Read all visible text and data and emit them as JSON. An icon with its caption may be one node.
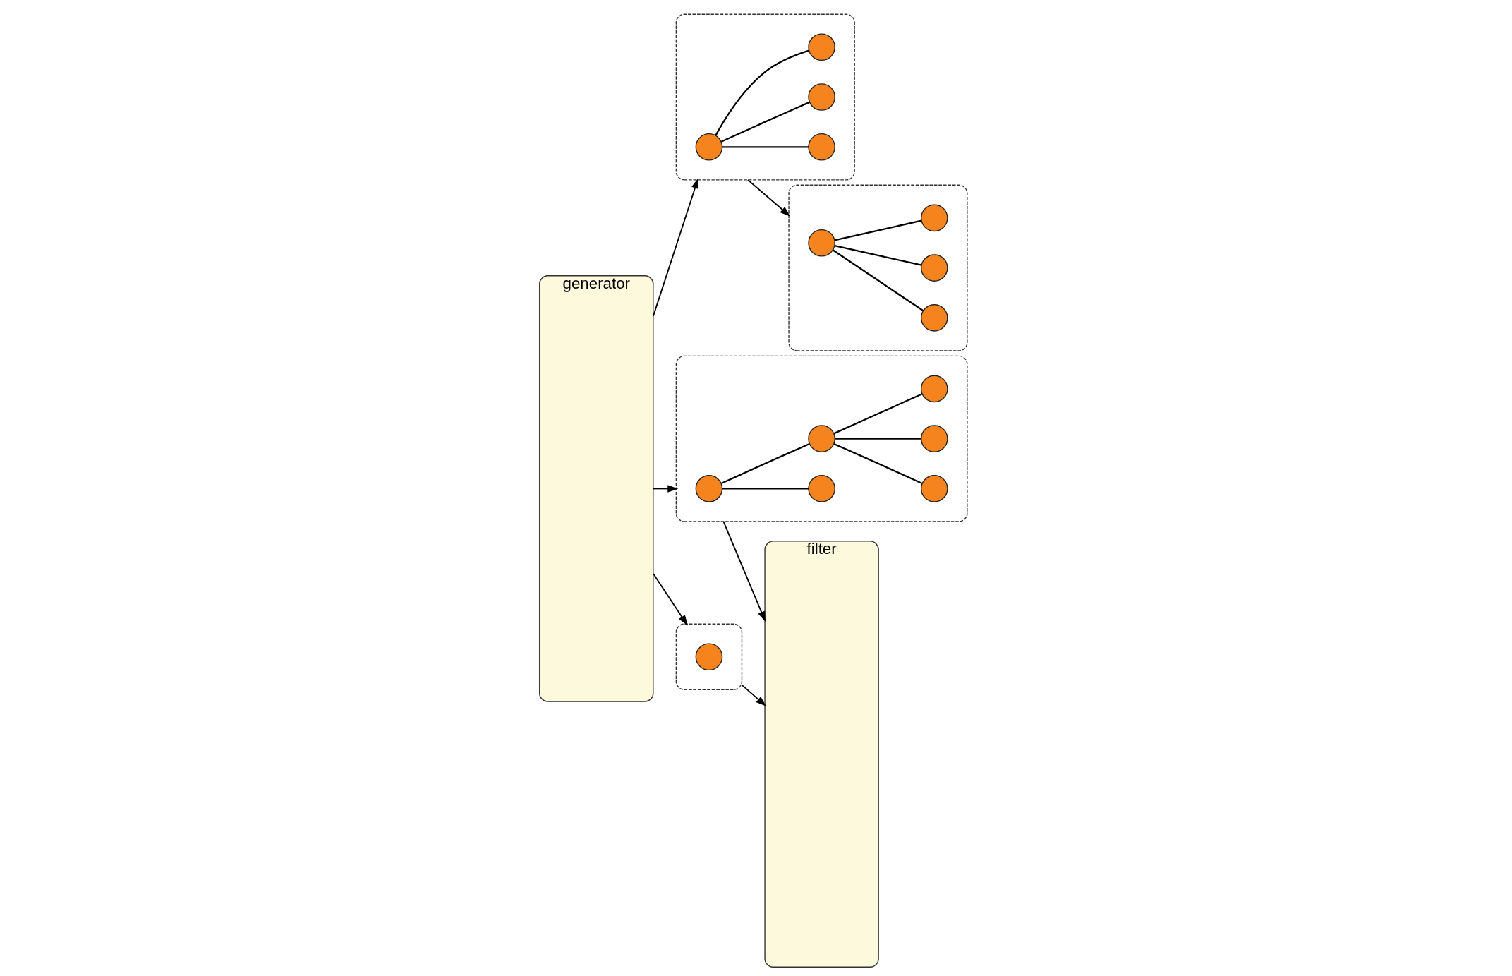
{
  "diagram": {
    "nodes": [
      {
        "text": [
          "generator"
        ]
      },
      {
        "text": [
          "filter"
        ]
      },
      {
        "text": [],
        "shape": "box"
      },
      {
        "text": [],
        "shape": "circle",
        "in": 2
      },
      {
        "text": [],
        "shape": "box"
      },
      {
        "text": [],
        "shape": "circle",
        "in": 4
      },
      {
        "text": [],
        "shape": "circle",
        "in": 4
      },
      {
        "text": [],
        "shape": "circle",
        "in": 4
      },
      {
        "text": [],
        "shape": "circle",
        "in": 4
      },
      {
        "text": [],
        "shape": "box"
      },
      {
        "text": [],
        "shape": "circle",
        "in": 9
      },
      {
        "text": [],
        "shape": "circle",
        "in": 9
      },
      {
        "text": [],
        "shape": "circle",
        "in": 9
      },
      {
        "text": [],
        "shape": "circle",
        "in": 9
      },
      {
        "text": [],
        "shape": "circle",
        "in": 9
      },
      {
        "text": [],
        "shape": "circle",
        "in": 9
      },
      {
        "text": [],
        "shape": "box"
      },
      {
        "text": [],
        "shape": "circle",
        "in": 16
      },
      {
        "text": [],
        "shape": "circle",
        "in": 16
      },
      {
        "text": [],
        "shape": "circle",
        "in": 16
      },
      {
        "text": [],
        "shape": "circle",
        "in": 16
      }
    ],
    "edges": [
      {
        "from": 0,
        "to": 2,
        "arrow": "to"
      },
      {
        "from": 0,
        "to": 4,
        "arrow": "to"
      },
      {
        "from": 0,
        "to": 9,
        "arrow": "to"
      },
      {
        "from": 2,
        "to": 1,
        "arrow": "to"
      },
      {
        "from": 4,
        "to": 16,
        "arrow": "to"
      },
      {
        "from": 9,
        "to": 1,
        "arrow": "to"
      },
      {
        "from": 5,
        "to": 6,
        "arrow": "none"
      },
      {
        "from": 5,
        "to": 7,
        "arrow": "none"
      },
      {
        "from": 5,
        "to": 8,
        "arrow": "none"
      },
      {
        "from": 10,
        "to": 11,
        "arrow": "none"
      },
      {
        "from": 10,
        "to": 12,
        "arrow": "none"
      },
      {
        "from": 12,
        "to": 13,
        "arrow": "none"
      },
      {
        "from": 12,
        "to": 14,
        "arrow": "none"
      },
      {
        "from": 12,
        "to": 15,
        "arrow": "none"
      },
      {
        "from": 17,
        "to": 18,
        "arrow": "none"
      },
      {
        "from": 17,
        "to": 19,
        "arrow": "none"
      },
      {
        "from": 17,
        "to": 20,
        "arrow": "none"
      }
    ]
  }
}
